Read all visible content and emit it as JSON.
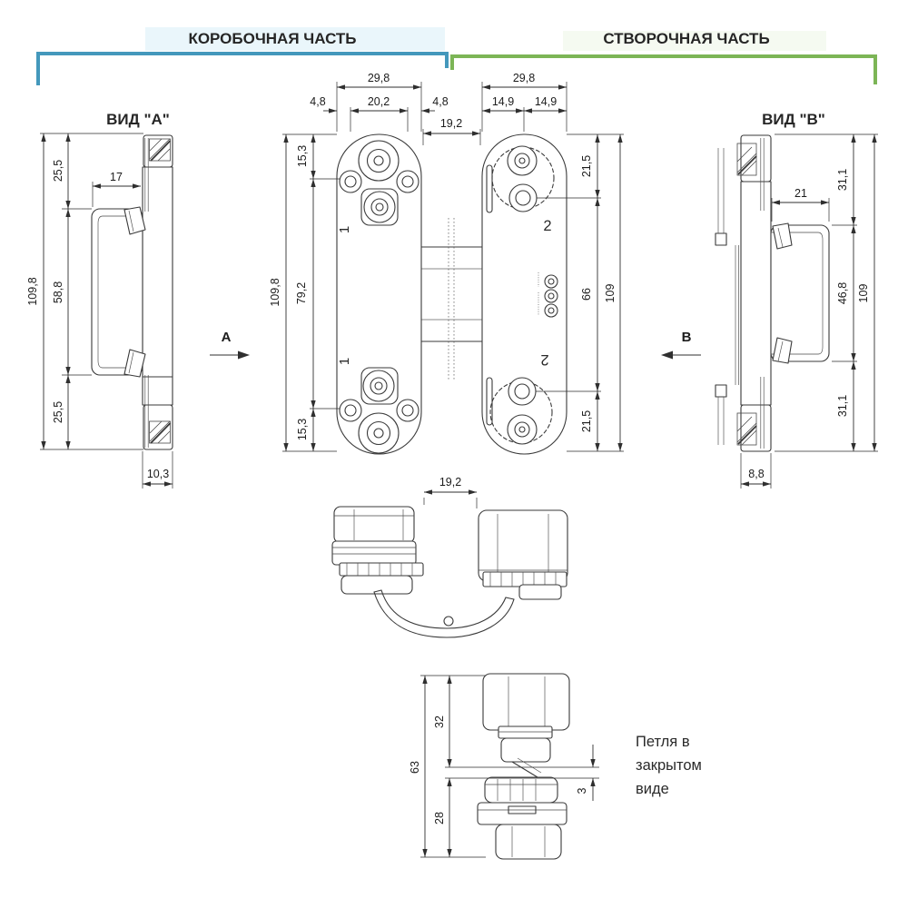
{
  "header": {
    "box_part_label": "КОРОБОЧНАЯ ЧАСТЬ",
    "leaf_part_label": "СТВОРОЧНАЯ ЧАСТЬ",
    "box_bracket_color": "#4498bc",
    "leaf_bracket_color": "#7cb556"
  },
  "view_a": {
    "title": "ВИД \"А\"",
    "dim_overall": "109,8",
    "dim_top": "25,5",
    "dim_mid": "58,8",
    "dim_bottom": "25,5",
    "dim_width": "17",
    "dim_foot": "10,3"
  },
  "front_view": {
    "box_part": {
      "part_number": "1",
      "part_number_bottom": "1",
      "dim_width": "29,8",
      "dim_left": "4,8",
      "dim_center": "20,2",
      "dim_right": "4,8",
      "dim_top": "15,3",
      "dim_overall": "109,8",
      "dim_mid": "79,2",
      "dim_bottom": "15,3"
    },
    "gap_dim": "19,2",
    "leaf_part": {
      "part_number": "2",
      "part_number_bottom": "2",
      "dim_width": "29,8",
      "dim_left": "14,9",
      "dim_right": "14,9",
      "dim_top": "21,5",
      "dim_mid": "66",
      "dim_overall": "109",
      "dim_bottom": "21,5"
    },
    "arrow_a": "A",
    "arrow_b": "B"
  },
  "view_b": {
    "title": "ВИД \"В\"",
    "dim_width": "21",
    "dim_top": "31,1",
    "dim_mid": "46,8",
    "dim_overall": "109",
    "dim_bottom": "31,1",
    "dim_foot": "8,8"
  },
  "open_view": {
    "dim_gap": "19,2"
  },
  "closed_view": {
    "dim_overall": "63",
    "dim_top": "32",
    "dim_bottom": "28",
    "dim_gap": "3",
    "caption_line1": "Петля в",
    "caption_line2": "закрытом",
    "caption_line3": "виде"
  }
}
